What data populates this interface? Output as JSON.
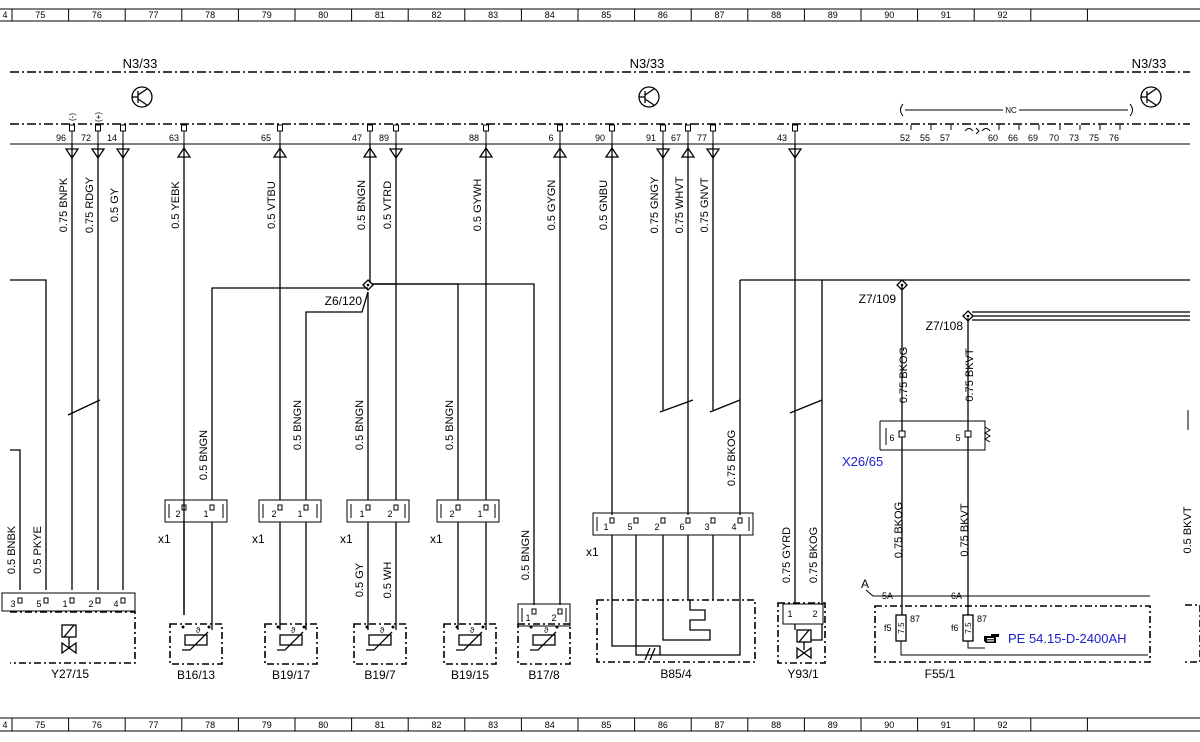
{
  "grid": {
    "columns": [
      "4",
      "75",
      "76",
      "77",
      "78",
      "79",
      "80",
      "81",
      "82",
      "83",
      "84",
      "85",
      "86",
      "87",
      "88",
      "89",
      "90",
      "91",
      "92"
    ]
  },
  "control_unit": {
    "name": "N3/33",
    "nc_label": "NC",
    "pins_left": [
      {
        "num": "96",
        "sign": "(-)"
      },
      {
        "num": "72",
        "sign": "(+)"
      },
      {
        "num": "14",
        "sign": ""
      },
      {
        "num": "63",
        "sign": ""
      },
      {
        "num": "65",
        "sign": ""
      },
      {
        "num": "47",
        "sign": ""
      },
      {
        "num": "89",
        "sign": ""
      },
      {
        "num": "88",
        "sign": ""
      },
      {
        "num": "6",
        "sign": ""
      },
      {
        "num": "90",
        "sign": ""
      },
      {
        "num": "91",
        "sign": ""
      },
      {
        "num": "67",
        "sign": ""
      },
      {
        "num": "77",
        "sign": ""
      },
      {
        "num": "43",
        "sign": ""
      }
    ],
    "nc_pins": [
      "52",
      "55",
      "57",
      "60",
      "66",
      "69",
      "70",
      "73",
      "75",
      "76"
    ]
  },
  "wires_upper": [
    "0.75 BNPK",
    "0.75 RDGY",
    "0.5 GY",
    "0.5 YEBK",
    "0.5 VTBU",
    "0.5 BNGN",
    "0.5 VTRD",
    "0.5 GYWH",
    "0.5 GYGN",
    "0.5 GNBU",
    "0.75 GNGY",
    "0.75 WHVT",
    "0.75 GNVT",
    "0.75 BKOG",
    "0.75 BKVT"
  ],
  "wires_lower": [
    "0.5 BNBK",
    "0.5 PKYE",
    "0.5 BNGN",
    "0.5 BNGN",
    "0.5 BNGN",
    "0.5 BNGN",
    "0.5 GY",
    "0.5 WH",
    "0.5 BNGN",
    "0.75 BKOG",
    "0.75 GYRD",
    "0.75 BKOG",
    "0.75 BKOG",
    "0.75 BKVT",
    "0.5 BKVT"
  ],
  "junctions": [
    "Z6/120",
    "Z7/109",
    "Z7/108"
  ],
  "connector": {
    "name": "X26/65",
    "pins": [
      "6",
      "5"
    ]
  },
  "connector_label": "x1",
  "plug_pins": {
    "y27_15": [
      "3",
      "5",
      "1",
      "2",
      "4"
    ],
    "two_pin_a": [
      "2",
      "1"
    ],
    "two_pin_b": [
      "1",
      "2"
    ],
    "b85_4": [
      "1",
      "5",
      "2",
      "6",
      "3",
      "4"
    ]
  },
  "components": [
    "Y27/15",
    "B16/13",
    "B19/17",
    "B19/7",
    "B19/15",
    "B17/8",
    "B85/4",
    "Y93/1",
    "F55/1"
  ],
  "fuse_box": {
    "area_label": "A",
    "fuses": [
      {
        "pin": "5A",
        "name": "f5",
        "rating": "7.5",
        "terminal": "87"
      },
      {
        "pin": "6A",
        "name": "f6",
        "rating": "7.5",
        "terminal": "87"
      }
    ],
    "reference": "PE 54.15-D-2400AH",
    "reference_icon": "pointing-hand-icon"
  },
  "symbols": {
    "control_unit_icon": "transistor-icon",
    "sensor_icon": "ntc-thermistor-icon",
    "valve_icon": "solenoid-valve-icon"
  },
  "colors": {
    "link": "#2020c8"
  }
}
